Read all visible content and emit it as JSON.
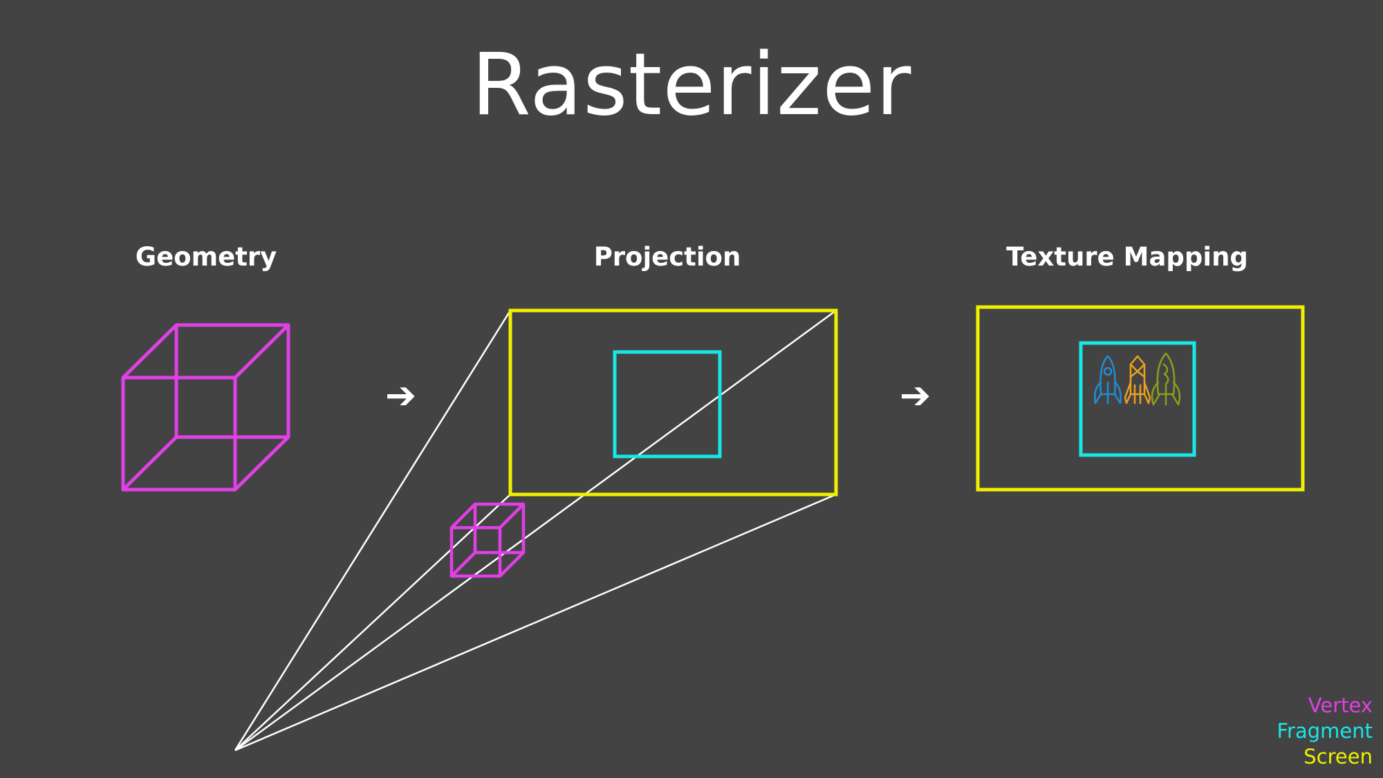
{
  "title": "Rasterizer",
  "stages": [
    {
      "label": "Geometry"
    },
    {
      "label": "Projection"
    },
    {
      "label": "Texture Mapping"
    }
  ],
  "arrow_glyph": "➔",
  "legend": [
    {
      "label": "Vertex",
      "color": "#e040e6"
    },
    {
      "label": "Fragment",
      "color": "#19e6e6"
    },
    {
      "label": "Screen",
      "color": "#f0f000"
    }
  ],
  "colors": {
    "background": "#434343",
    "vertex": "#e040e6",
    "fragment": "#19e6e6",
    "screen": "#f0f000",
    "projection_lines": "#ffffff",
    "texture_rocket_blue": "#1f8fd6",
    "texture_rocket_orange": "#f0a020",
    "texture_rocket_olive": "#8aa01a"
  }
}
